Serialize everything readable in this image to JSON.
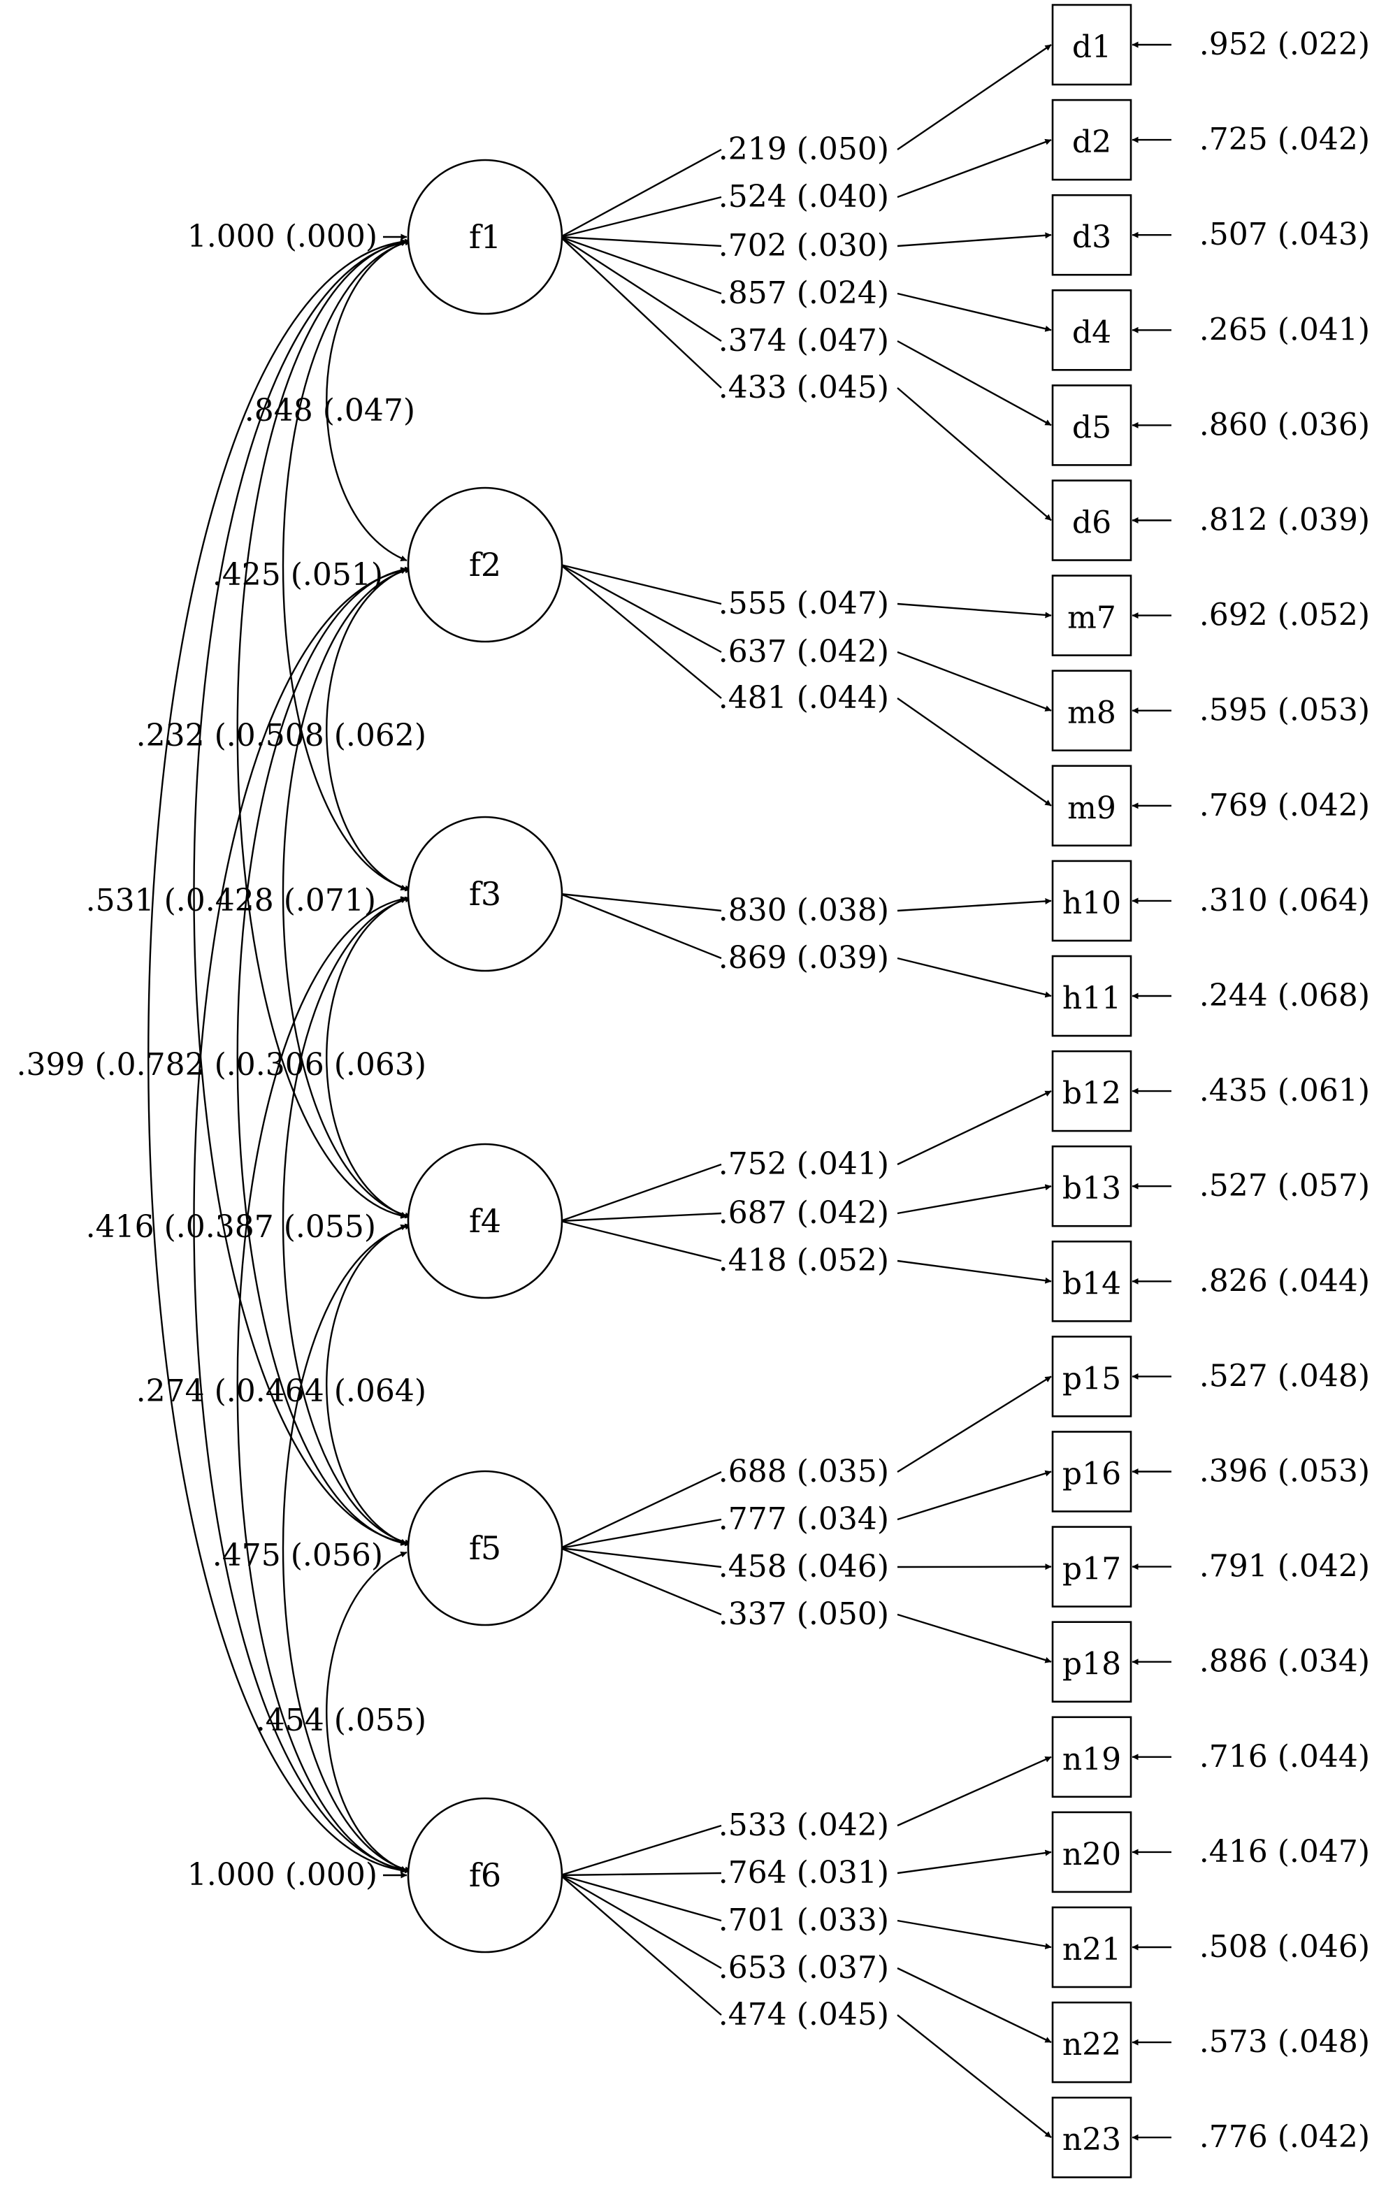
{
  "factors": [
    {
      "id": "f1",
      "label": "f1",
      "fixed_label": "1.000 (.000)"
    },
    {
      "id": "f2",
      "label": "f2"
    },
    {
      "id": "f3",
      "label": "f3"
    },
    {
      "id": "f4",
      "label": "f4"
    },
    {
      "id": "f5",
      "label": "f5"
    },
    {
      "id": "f6",
      "label": "f6",
      "fixed_label": "1.000 (.000)"
    }
  ],
  "indicators": [
    {
      "id": "d1",
      "factor": "f1",
      "loading": ".219 (.050)",
      "error": ".952 (.022)"
    },
    {
      "id": "d2",
      "factor": "f1",
      "loading": ".524 (.040)",
      "error": ".725 (.042)"
    },
    {
      "id": "d3",
      "factor": "f1",
      "loading": ".702 (.030)",
      "error": ".507 (.043)"
    },
    {
      "id": "d4",
      "factor": "f1",
      "loading": ".857 (.024)",
      "error": ".265 (.041)"
    },
    {
      "id": "d5",
      "factor": "f1",
      "loading": ".374 (.047)",
      "error": ".860 (.036)"
    },
    {
      "id": "d6",
      "factor": "f1",
      "loading": ".433 (.045)",
      "error": ".812 (.039)"
    },
    {
      "id": "m7",
      "factor": "f2",
      "loading": ".555 (.047)",
      "error": ".692 (.052)"
    },
    {
      "id": "m8",
      "factor": "f2",
      "loading": ".637 (.042)",
      "error": ".595 (.053)"
    },
    {
      "id": "m9",
      "factor": "f2",
      "loading": ".481 (.044)",
      "error": ".769 (.042)"
    },
    {
      "id": "h10",
      "factor": "f3",
      "loading": ".830 (.038)",
      "error": ".310 (.064)"
    },
    {
      "id": "h11",
      "factor": "f3",
      "loading": ".869 (.039)",
      "error": ".244 (.068)"
    },
    {
      "id": "b12",
      "factor": "f4",
      "loading": ".752 (.041)",
      "error": ".435 (.061)"
    },
    {
      "id": "b13",
      "factor": "f4",
      "loading": ".687 (.042)",
      "error": ".527 (.057)"
    },
    {
      "id": "b14",
      "factor": "f4",
      "loading": ".418 (.052)",
      "error": ".826 (.044)"
    },
    {
      "id": "p15",
      "factor": "f5",
      "loading": ".688 (.035)",
      "error": ".527 (.048)"
    },
    {
      "id": "p16",
      "factor": "f5",
      "loading": ".777 (.034)",
      "error": ".396 (.053)"
    },
    {
      "id": "p17",
      "factor": "f5",
      "loading": ".458 (.046)",
      "error": ".791 (.042)"
    },
    {
      "id": "p18",
      "factor": "f5",
      "loading": ".337 (.050)",
      "error": ".886 (.034)"
    },
    {
      "id": "n19",
      "factor": "f6",
      "loading": ".533 (.042)",
      "error": ".716 (.044)"
    },
    {
      "id": "n20",
      "factor": "f6",
      "loading": ".764 (.031)",
      "error": ".416 (.047)"
    },
    {
      "id": "n21",
      "factor": "f6",
      "loading": ".701 (.033)",
      "error": ".508 (.046)"
    },
    {
      "id": "n22",
      "factor": "f6",
      "loading": ".653 (.037)",
      "error": ".573 (.048)"
    },
    {
      "id": "n23",
      "factor": "f6",
      "loading": ".474 (.045)",
      "error": ".776 (.042)"
    }
  ],
  "correlation_labels": [
    ".848 (.047)",
    ".425 (.051)",
    ".232 (.0.508 (.062)",
    ".531 (.0.428 (.071)",
    ".399 (.0.782 (.0.306 (.063)",
    ".416 (.0.387 (.055)",
    ".274 (.0.464 (.064)",
    ".475 (.056)",
    ".454 (.055)"
  ]
}
